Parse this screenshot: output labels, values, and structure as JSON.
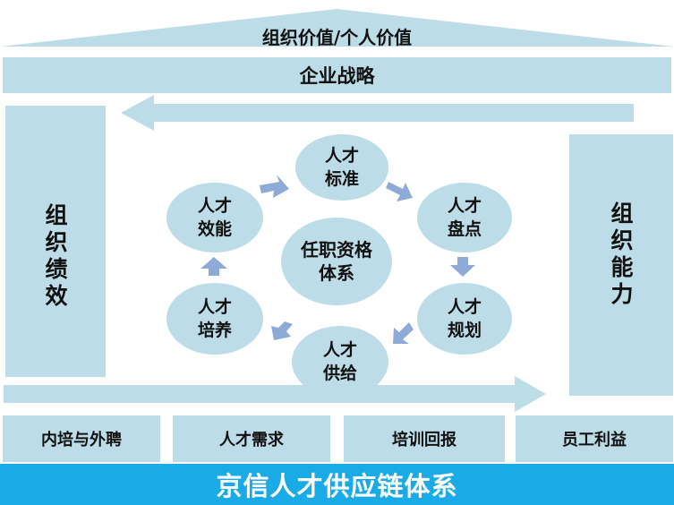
{
  "roof": {
    "title": "组织价值/个人价值"
  },
  "strategy": {
    "label": "企业战略"
  },
  "pillars": {
    "left": "组织绩效",
    "right": "组织能力"
  },
  "center": {
    "line1": "任职资格",
    "line2": "体系"
  },
  "cycle": [
    {
      "id": "standard",
      "line1": "人才",
      "line2": "标准"
    },
    {
      "id": "inventory",
      "line1": "人才",
      "line2": "盘点"
    },
    {
      "id": "planning",
      "line1": "人才",
      "line2": "规划"
    },
    {
      "id": "supply",
      "line1": "人才",
      "line2": "供给"
    },
    {
      "id": "cultivation",
      "line1": "人才",
      "line2": "培养"
    },
    {
      "id": "efficiency",
      "line1": "人才",
      "line2": "效能"
    }
  ],
  "bottom_items": [
    "内培与外聘",
    "人才需求",
    "培训回报",
    "员工利益"
  ],
  "footer": {
    "title": "京信人才供应链体系"
  },
  "colors": {
    "light_blue": "#bcdce8",
    "footer_blue": "#1aabe6",
    "arrow": "#8eaad6"
  }
}
